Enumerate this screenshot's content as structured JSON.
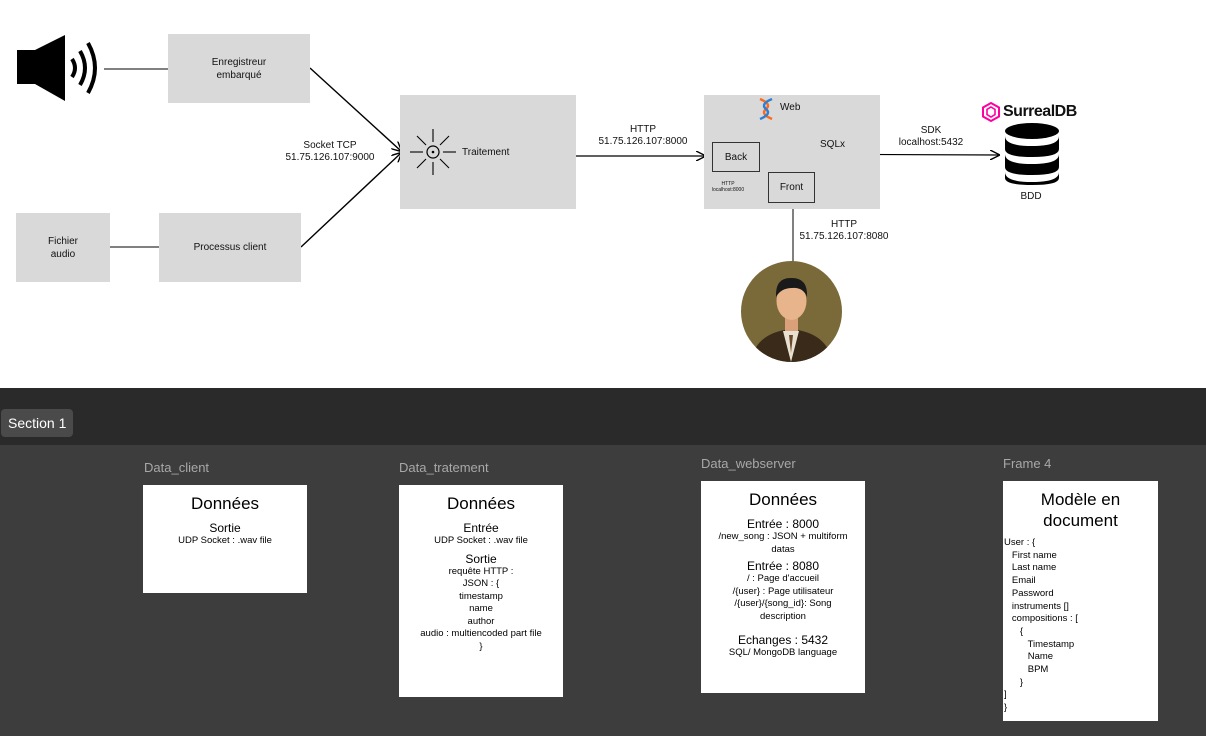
{
  "diagram": {
    "recorder_label": "Enregistreur\nembarqué",
    "audio_file_label": "Fichier\naudio",
    "client_process_label": "Processus client",
    "socket_label": "Socket TCP\n51.75.126.107:9000",
    "processing_label": "Traitement",
    "http_8000_label": "HTTP\n51.75.126.107:8000",
    "web_label": "Web",
    "back_label": "Back",
    "front_label": "Front",
    "internal_http_label": "HTTP\nlocalhost:8000",
    "sqlx_label": "SQLx",
    "sdk_label": "SDK\nlocalhost:5432",
    "surrealdb_label": "SurrealDB",
    "bdd_label": "BDD",
    "http_8080_label": "HTTP\n51.75.126.107:8080"
  },
  "section": {
    "tag": "Section 1",
    "frames": [
      {
        "name": "Data_client",
        "title": "Données",
        "blocks": [
          {
            "heading": "Sortie",
            "lines": [
              "UDP Socket : .wav file"
            ]
          }
        ]
      },
      {
        "name": "Data_tratement",
        "title": "Données",
        "blocks": [
          {
            "heading": "Entrée",
            "lines": [
              "UDP Socket : .wav file"
            ]
          },
          {
            "heading": "Sortie",
            "lines": [
              "requête HTTP :",
              "JSON : {",
              "timestamp",
              "name",
              "author",
              "audio : multiencoded part file",
              "}"
            ]
          }
        ]
      },
      {
        "name": "Data_webserver",
        "title": "Données",
        "blocks": [
          {
            "heading": "Entrée : 8000",
            "lines": [
              "/new_song : JSON + multiform",
              "datas"
            ]
          },
          {
            "heading": "Entrée : 8080",
            "lines": [
              "/ : Page d'accueil",
              "/{user} : Page utilisateur",
              "/{user}/{song_id}: Song",
              "description"
            ]
          },
          {
            "heading": "Echanges : 5432",
            "lines": [
              "SQL/ MongoDB language"
            ]
          }
        ]
      },
      {
        "name": "Frame 4",
        "title": "Modèle en\ndocument",
        "doc_lines": [
          "User : {",
          "   First name",
          "   Last name",
          "   Email",
          "   Password",
          "   instruments []",
          "   compositions : [",
          "      {",
          "         Timestamp",
          "         Name",
          "         BPM",
          "      }",
          "]",
          "}"
        ]
      }
    ]
  },
  "colors": {
    "box_gray": "#d9d9d9",
    "section_bg": "#3d3d3d",
    "section_header": "#2a2a2a",
    "surreal_brand": "#ff00a0",
    "avatar_bg": "#7a6a3a"
  }
}
